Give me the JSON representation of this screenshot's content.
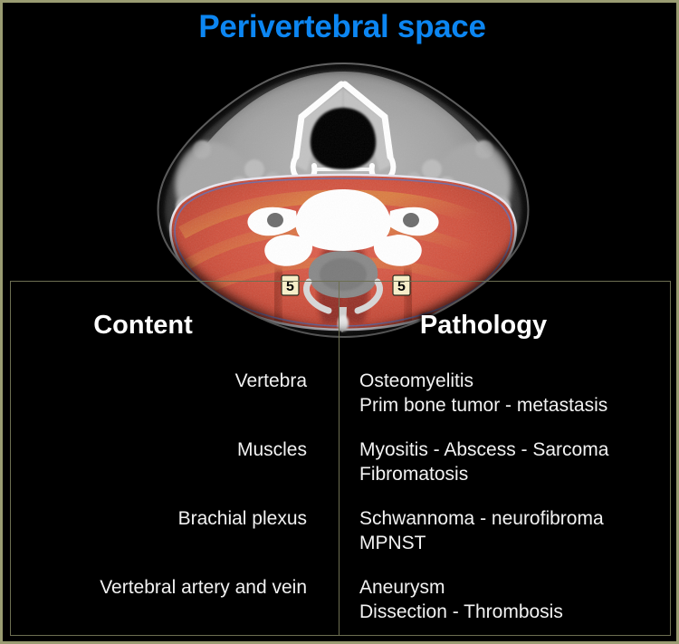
{
  "slide": {
    "title": "Perivertebral space",
    "title_color": "#0c86f2",
    "background_color": "#000000",
    "border_color": "#9a9c72"
  },
  "image": {
    "modality": "CT",
    "plane": "axial",
    "region": "neck",
    "overlay_label": "perivertebral-space-highlight",
    "overlay_color": "#c8402f",
    "annotations": [
      {
        "label": "5",
        "side": "left"
      },
      {
        "label": "5",
        "side": "right"
      }
    ]
  },
  "table": {
    "headers": {
      "content": "Content",
      "pathology": "Pathology"
    },
    "rows": [
      {
        "content": "Vertebra",
        "pathology_line1": "Osteomyelitis",
        "pathology_line2": "Prim bone tumor - metastasis"
      },
      {
        "content": "Muscles",
        "pathology_line1": "Myositis - Abscess - Sarcoma",
        "pathology_line2": "Fibromatosis"
      },
      {
        "content": "Brachial plexus",
        "pathology_line1": "Schwannoma - neurofibroma",
        "pathology_line2": "MPNST"
      },
      {
        "content": "Vertebral artery and vein",
        "pathology_line1": "Aneurysm",
        "pathology_line2": "Dissection - Thrombosis"
      }
    ]
  }
}
